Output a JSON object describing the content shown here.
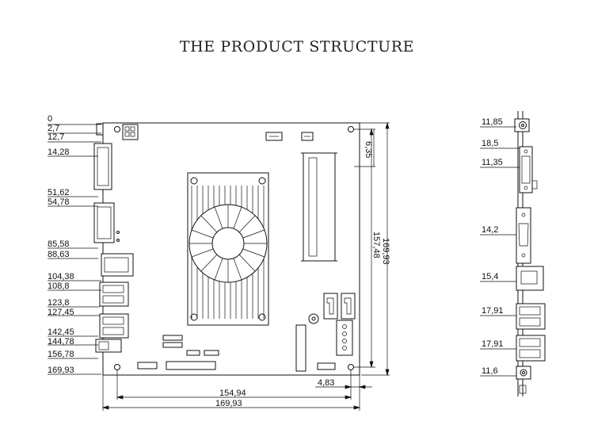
{
  "title": "THE PRODUCT STRUCTURE",
  "left_dims": [
    "0",
    "2,7",
    "12,7",
    "14,28",
    "51,62",
    "54,78",
    "85,58",
    "88,63",
    "104,38",
    "108,8",
    "123,8",
    "127,45",
    "142,45",
    "144,78",
    "156,78",
    "169,93"
  ],
  "right_vertical_dims": [
    "6,35",
    "157,48",
    "169,93"
  ],
  "bottom_dims": [
    "4,83",
    "154,94",
    "169,93"
  ],
  "side_view_dims": [
    "11,85",
    "18,5",
    "11,35",
    "14,2",
    "15,4",
    "17,91",
    "17,91",
    "11,6"
  ]
}
